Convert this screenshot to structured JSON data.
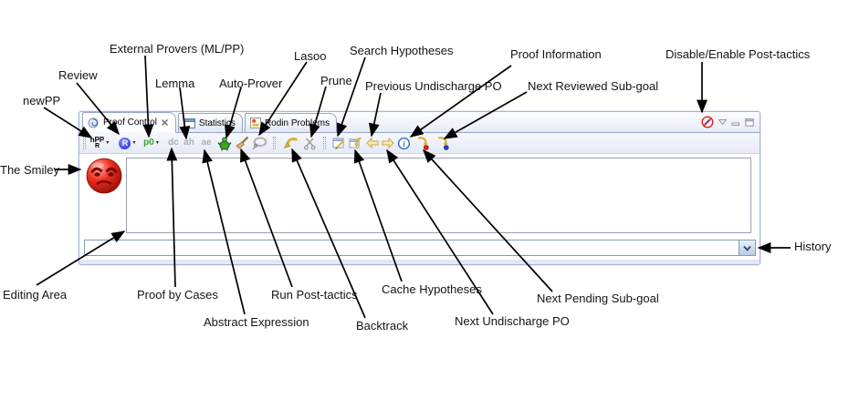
{
  "window": {
    "tabs": [
      {
        "label": "Proof Control",
        "active": true,
        "closable": true
      },
      {
        "label": "Statistics",
        "active": false
      },
      {
        "label": "Rodin Problems",
        "active": false
      }
    ],
    "toolbar_items": [
      {
        "name": "newpp",
        "label": "nPP",
        "sublabel": "R",
        "dropdown": true
      },
      {
        "name": "review",
        "label": "R",
        "dropdown": true
      },
      {
        "name": "external-provers",
        "label": "p0",
        "dropdown": true
      },
      {
        "name": "proof-by-cases",
        "label": "dc",
        "disabled": true
      },
      {
        "name": "lemma",
        "label": "ah",
        "disabled": true
      },
      {
        "name": "abstract-expression",
        "label": "ae",
        "disabled": true
      },
      {
        "name": "auto-prover",
        "icon": "robot-icon"
      },
      {
        "name": "run-post-tactics",
        "icon": "broom-icon"
      },
      {
        "name": "lasoo",
        "icon": "lasso-icon"
      },
      {
        "name": "backtrack",
        "icon": "backtrack-arrow-icon"
      },
      {
        "name": "prune",
        "icon": "scissors-icon",
        "disabled": true
      },
      {
        "name": "search-hypotheses",
        "icon": "search-hypotheses-icon"
      },
      {
        "name": "cache-hypotheses",
        "icon": "cache-hypotheses-icon"
      },
      {
        "name": "previous-undischarge-po",
        "icon": "yellow-arrow-left-icon"
      },
      {
        "name": "next-undischarge-po",
        "icon": "yellow-arrow-right-icon"
      },
      {
        "name": "proof-information",
        "icon": "info-icon"
      },
      {
        "name": "next-pending-subgoal",
        "icon": "goal-red-dot-icon"
      },
      {
        "name": "next-reviewed-subgoal",
        "icon": "goal-blue-dot-icon"
      }
    ],
    "smiley_state": "red-frown",
    "editing_area_value": "",
    "history": {
      "value": ""
    }
  },
  "annotations": {
    "newpp": "newPP",
    "review": "Review",
    "external_provers": "External Provers (ML/PP)",
    "lemma": "Lemma",
    "auto_prover": "Auto-Prover",
    "lasoo": "Lasoo",
    "prune": "Prune",
    "search_hypotheses": "Search Hypotheses",
    "previous_undischarge": "Previous Undischarge PO",
    "proof_information": "Proof Information",
    "next_reviewed": "Next Reviewed Sub-goal",
    "disable_post_tactics": "Disable/Enable Post-tactics",
    "the_smiley": "The Smiley",
    "editing_area": "Editing Area",
    "proof_by_cases": "Proof by Cases",
    "abstract_expression": "Abstract Expression",
    "run_post_tactics": "Run Post-tactics",
    "backtrack": "Backtrack",
    "cache_hypotheses": "Cache Hypotheses",
    "next_undischarge": "Next Undischarge PO",
    "next_pending": "Next Pending Sub-goal",
    "history": "History"
  },
  "icons": {
    "dropdown_arrow": "▾",
    "view_menu": "▽"
  },
  "colors": {
    "smiley_red": "#e02a1e",
    "review_blue": "#1c2bd6",
    "prover_green": "#3da32d",
    "disabled_gray": "#a9aeba",
    "gold": "#d9b33c",
    "pending_red": "#e41c1c",
    "reviewed_blue": "#2b3fd8",
    "window_border": "#a9b4da",
    "arrow_black": "#000000"
  }
}
